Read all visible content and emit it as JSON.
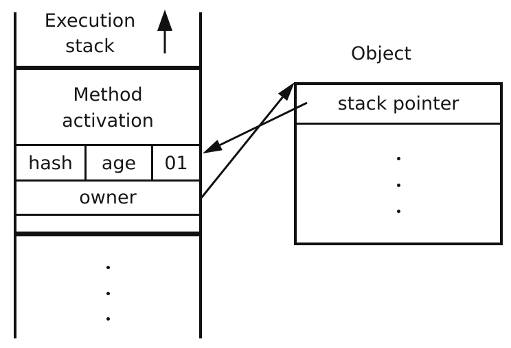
{
  "diagram": {
    "colors": {
      "background": "#ffffff",
      "line": "#111111",
      "text": "#161616"
    },
    "execution_stack": {
      "title_line1": "Execution",
      "title_line2": "stack",
      "growth_arrow_icon": "arrow-up",
      "frames": {
        "method_activation_line1": "Method",
        "method_activation_line2": "activation",
        "lock_record_fields": [
          "hash",
          "age",
          "01"
        ],
        "owner_field": "owner"
      },
      "continuation_dots_icon": "vertical-ellipsis"
    },
    "object": {
      "title": "Object",
      "header_field": "stack pointer",
      "continuation_dots_icon": "vertical-ellipsis"
    },
    "connectors": [
      {
        "name": "owner-to-object-arrow",
        "from": "owner",
        "to": "Object"
      },
      {
        "name": "stack-pointer-to-lock-record-arrow",
        "from": "stack pointer",
        "to": "hash age 01"
      }
    ]
  }
}
